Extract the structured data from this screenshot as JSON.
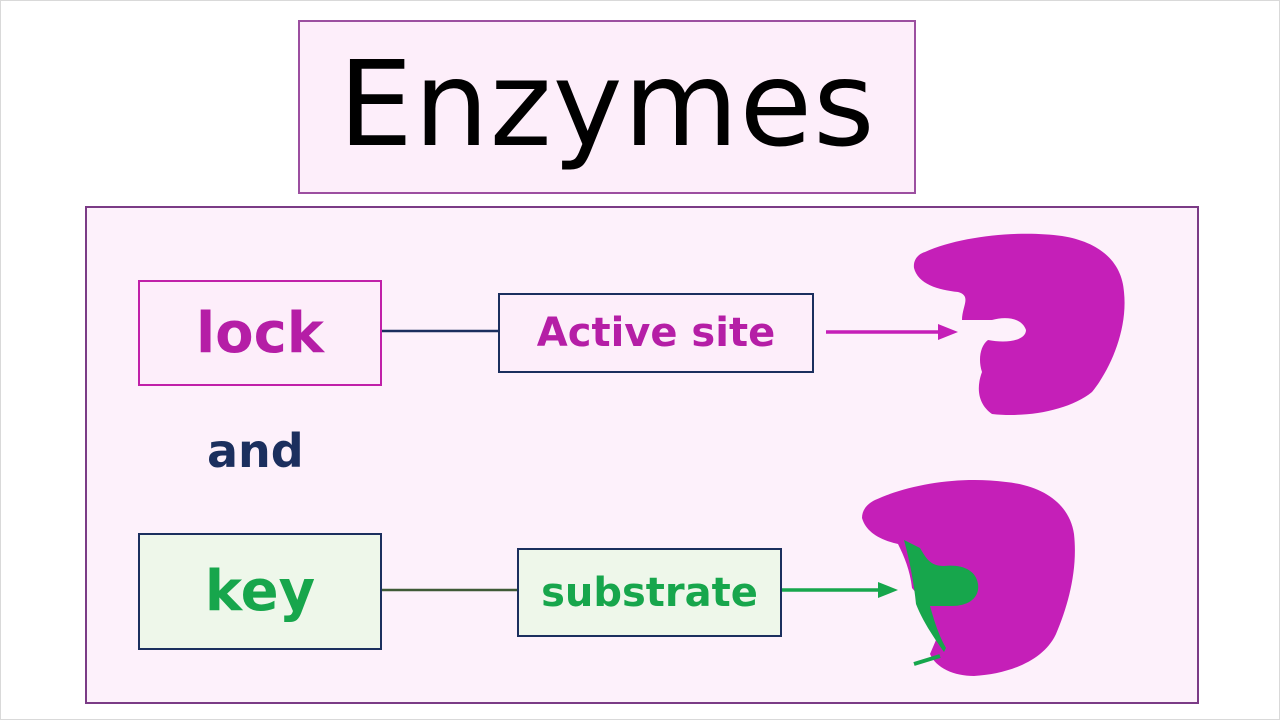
{
  "title": "Enzymes",
  "diagram": {
    "lock_label": "lock",
    "and_label": "and",
    "key_label": "key",
    "active_site_label": "Active site",
    "substrate_label": "substrate"
  },
  "colors": {
    "magenta": "#c51fb8",
    "green": "#17a64c",
    "navy": "#1b2f5e"
  }
}
